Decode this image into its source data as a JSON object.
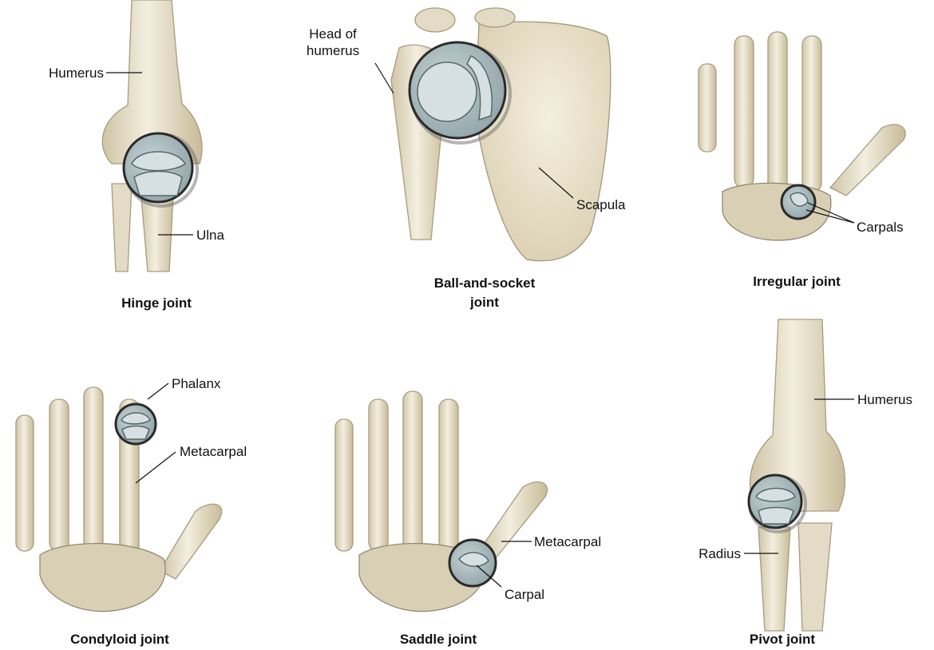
{
  "panels": {
    "hinge": {
      "caption": "Hinge joint",
      "labels": {
        "humerus": "Humerus",
        "ulna": "Ulna"
      }
    },
    "ball_socket": {
      "caption_line1": "Ball-and-socket",
      "caption_line2": "joint",
      "labels": {
        "head_line1": "Head of",
        "head_line2": "humerus",
        "scapula": "Scapula"
      }
    },
    "irregular": {
      "caption": "Irregular joint",
      "labels": {
        "carpals": "Carpals"
      }
    },
    "condyloid": {
      "caption": "Condyloid joint",
      "labels": {
        "phalanx": "Phalanx",
        "metacarpal": "Metacarpal"
      }
    },
    "saddle": {
      "caption": "Saddle joint",
      "labels": {
        "metacarpal": "Metacarpal",
        "carpal": "Carpal"
      }
    },
    "pivot": {
      "caption": "Pivot joint",
      "labels": {
        "humerus": "Humerus",
        "radius": "Radius"
      }
    }
  },
  "colors": {
    "bone": "#ede6d2",
    "bone_shade": "#c9bd9c",
    "lens": "#a9babd",
    "background": "#ffffff"
  }
}
